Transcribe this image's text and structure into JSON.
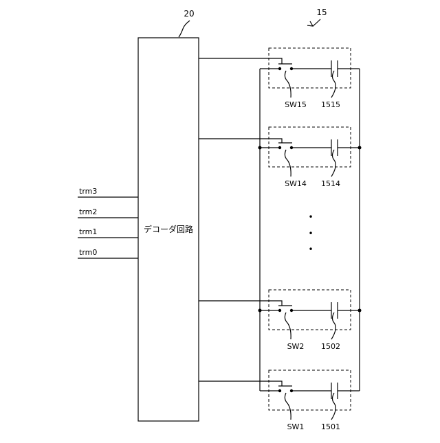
{
  "decoder": {
    "ref": "20",
    "name": "デコーダ回路",
    "inputs": [
      "trm3",
      "trm2",
      "trm1",
      "trm0"
    ]
  },
  "capacitor_bank": {
    "ref": "15",
    "cells": [
      {
        "switch": "SW15",
        "capacitor": "1515"
      },
      {
        "switch": "SW14",
        "capacitor": "1514"
      },
      {
        "switch": "SW2",
        "capacitor": "1502"
      },
      {
        "switch": "SW1",
        "capacitor": "1501"
      }
    ],
    "ellipsis": [
      "•",
      "•",
      "•"
    ]
  }
}
